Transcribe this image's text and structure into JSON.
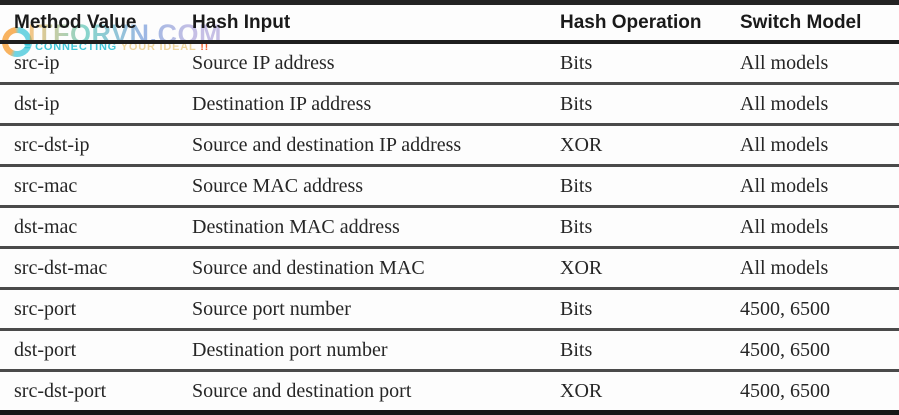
{
  "watermark": {
    "brand": "ITFORVN.COM",
    "tagline_eq": "=",
    "tagline_connecting": "CONNECTING",
    "tagline_ideal": " YOUR IDEAL ",
    "tagline_bang": "!!",
    "colors": {
      "brand_gradient": [
        "#f59a23",
        "#2ab5a5",
        "#4f7fd0",
        "#9a8ed2"
      ],
      "tagline_cyan": "#2fc1d5",
      "tagline_yellow": "#eed398",
      "tagline_orange": "#f15a24",
      "logo_orange": "#f7941e",
      "logo_teal": "#35c4d7"
    }
  },
  "table": {
    "columns": [
      "Method Value",
      "Hash Input",
      "Hash Operation",
      "Switch Model"
    ],
    "rows": [
      {
        "method": "src-ip",
        "input": "Source IP address",
        "operation": "Bits",
        "model": "All models"
      },
      {
        "method": "dst-ip",
        "input": "Destination IP address",
        "operation": "Bits",
        "model": "All models"
      },
      {
        "method": "src-dst-ip",
        "input": "Source and destination IP address",
        "operation": "XOR",
        "model": "All models"
      },
      {
        "method": "src-mac",
        "input": "Source MAC address",
        "operation": "Bits",
        "model": "All models"
      },
      {
        "method": "dst-mac",
        "input": "Destination MAC address",
        "operation": "Bits",
        "model": "All models"
      },
      {
        "method": "src-dst-mac",
        "input": "Source and destination MAC",
        "operation": "XOR",
        "model": "All models"
      },
      {
        "method": "src-port",
        "input": "Source port number",
        "operation": "Bits",
        "model": "4500, 6500"
      },
      {
        "method": "dst-port",
        "input": "Destination port number",
        "operation": "Bits",
        "model": "4500, 6500"
      },
      {
        "method": "src-dst-port",
        "input": "Source and destination port",
        "operation": "XOR",
        "model": "4500, 6500"
      }
    ],
    "colors": {
      "header_text": "#1a1a1a",
      "body_text": "#262626",
      "top_rule": "#232323",
      "header_rule": "#1f1f1f",
      "row_rule": "#4a4a4a",
      "bottom_rule": "#161616"
    }
  }
}
